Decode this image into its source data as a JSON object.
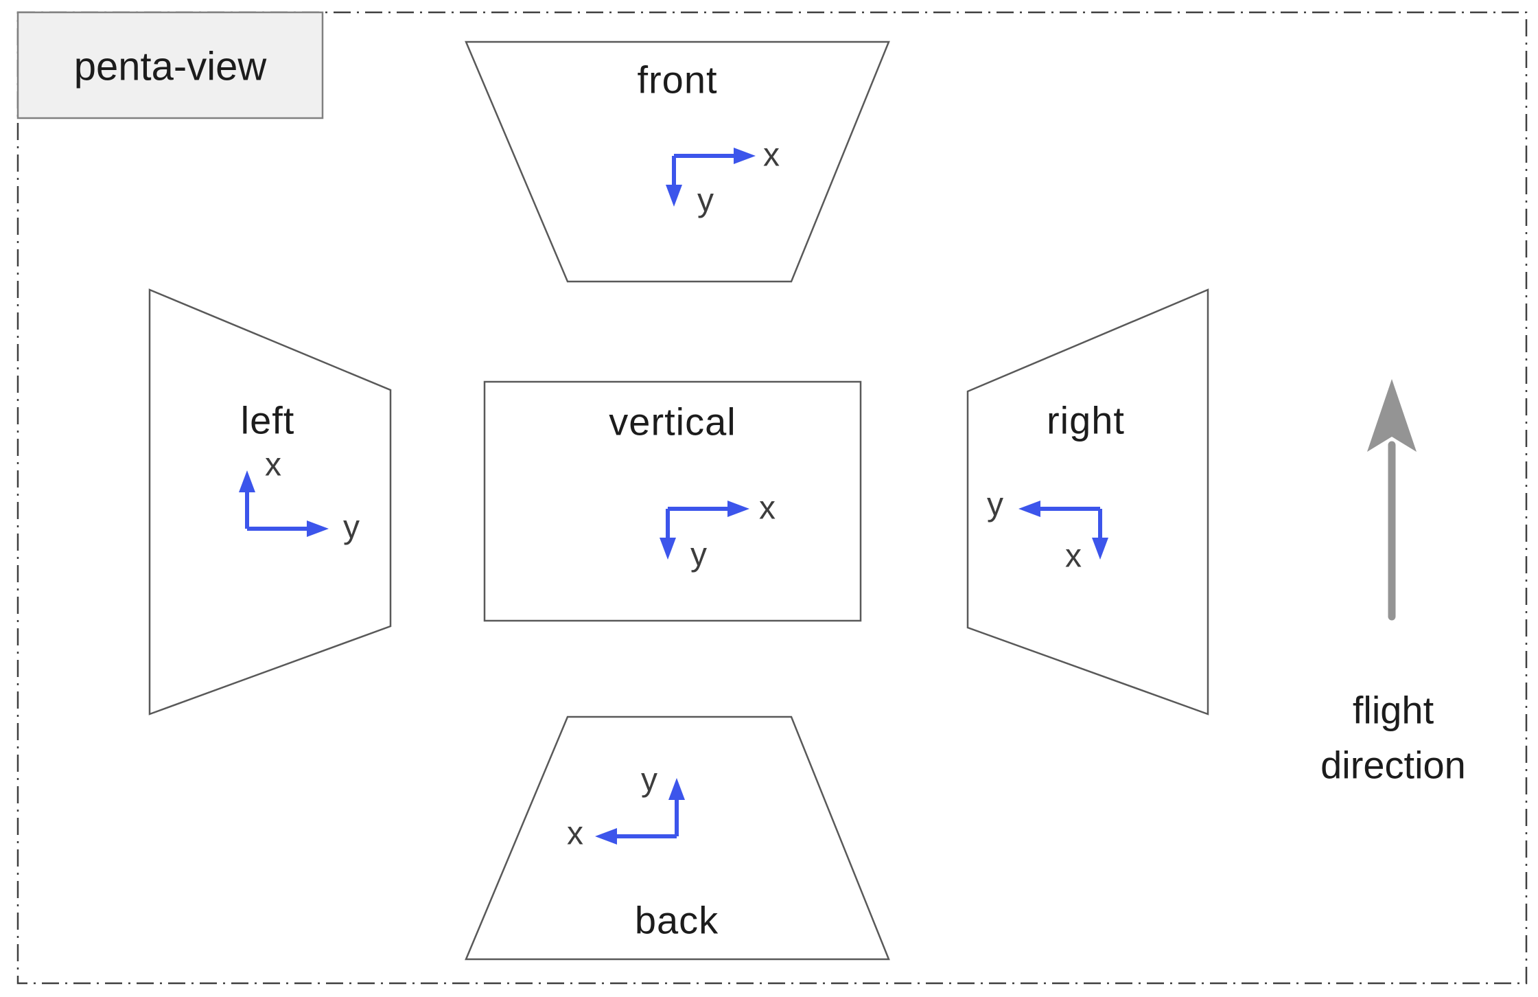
{
  "title": "penta-view",
  "panels": {
    "front": {
      "label": "front",
      "axes": {
        "x_label": "x",
        "y_label": "y",
        "x_direction": "right",
        "y_direction": "down"
      }
    },
    "left": {
      "label": "left",
      "axes": {
        "x_label": "x",
        "y_label": "y",
        "x_direction": "up",
        "y_direction": "right"
      }
    },
    "vertical": {
      "label": "vertical",
      "axes": {
        "x_label": "x",
        "y_label": "y",
        "x_direction": "right",
        "y_direction": "down"
      }
    },
    "right": {
      "label": "right",
      "axes": {
        "x_label": "x",
        "y_label": "y",
        "x_direction": "down",
        "y_direction": "left"
      }
    },
    "back": {
      "label": "back",
      "axes": {
        "x_label": "x",
        "y_label": "y",
        "x_direction": "left",
        "y_direction": "up"
      }
    }
  },
  "flight_direction": {
    "label_line1": "flight",
    "label_line2": "direction",
    "arrow_direction": "up"
  },
  "colors": {
    "axis_blue": "#3C55EB",
    "flight_arrow_gray": "#949494",
    "panel_stroke": "#595959",
    "border_gray": "#3F3F3F",
    "title_box_bg": "#F0F0F0",
    "title_box_border": "#808080",
    "text_dark": "#1C1C1C",
    "axis_label_gray": "#3D3D3D",
    "panel_fill": "#FFFFFF"
  }
}
